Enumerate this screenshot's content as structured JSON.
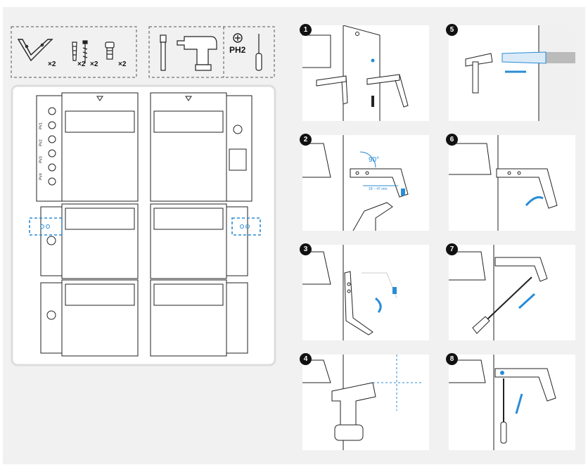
{
  "parts": {
    "bracket_qty": "×2",
    "anchor_qty": "×2",
    "screw_qty": "×2",
    "mount_screw_qty": "×2"
  },
  "tools": {
    "driver_label": "PH2"
  },
  "inverter": {
    "pv_labels": [
      "PV1",
      "PV2",
      "PV3",
      "PV4"
    ]
  },
  "steps": [
    {
      "num": "1"
    },
    {
      "num": "2",
      "angle": "90°",
      "range": "18 ~ 47 mm"
    },
    {
      "num": "3"
    },
    {
      "num": "4"
    },
    {
      "num": "5"
    },
    {
      "num": "6"
    },
    {
      "num": "7"
    },
    {
      "num": "8"
    }
  ],
  "colors": {
    "accent": "#2a8cd6",
    "line": "#222222",
    "panel_bg": "#f1f1f1"
  }
}
